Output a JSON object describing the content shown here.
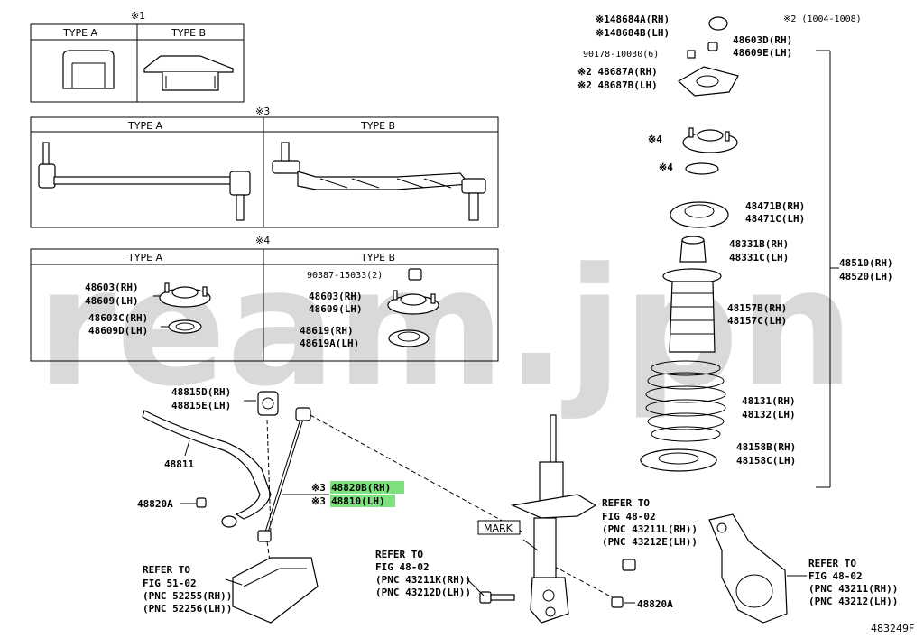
{
  "watermark": "ream.jpn",
  "figure_id": "483249F",
  "notes": {
    "n1": "※1",
    "n2": "※2 (1004-1008)",
    "n3": "※3",
    "n4": "※4"
  },
  "box1": {
    "type_a": "TYPE A",
    "type_b": "TYPE B"
  },
  "box3": {
    "type_a": "TYPE A",
    "type_b": "TYPE B"
  },
  "box4": {
    "type_a": "TYPE A",
    "type_b": "TYPE B",
    "a_labels": [
      "48603(RH)",
      "48609(LH)",
      "48603C(RH)",
      "48609D(LH)"
    ],
    "b_labels": [
      "90387-15033(2)",
      "48603(RH)",
      "48609(LH)",
      "48619(RH)",
      "48619A(LH)"
    ]
  },
  "top_right": {
    "l1": "※148684A(RH)",
    "l2": "※148684B(LH)",
    "l3": "90178-10030(6)",
    "l4": "48603D(RH)",
    "l5": "48609E(LH)",
    "l6": "※2 48687A(RH)",
    "l7": "※2 48687B(LH)",
    "l8": "※4",
    "l9": "※4",
    "l10": "48471B(RH)",
    "l11": "48471C(LH)",
    "l12": "48331B(RH)",
    "l13": "48331C(LH)",
    "l14": "48510(RH)",
    "l15": "48520(LH)",
    "l16": "48157B(RH)",
    "l17": "48157C(LH)",
    "l18": "48131(RH)",
    "l19": "48132(LH)",
    "l20": "48158B(RH)",
    "l21": "48158C(LH)"
  },
  "bottom": {
    "b1": "48815D(RH)",
    "b2": "48815E(LH)",
    "b3": "48811",
    "b4": "48820A",
    "b5_pre": "※3",
    "b5": "48820B(RH)",
    "b6_pre": "※3",
    "b6": "48810(LH)",
    "mark": "MARK",
    "ref1": [
      "REFER TO",
      "FIG 48-02",
      "(PNC 43211L(RH))",
      "(PNC 43212E(LH))"
    ],
    "ref2": [
      "REFER TO",
      "FIG 48-02",
      "(PNC 43211K(RH))",
      "(PNC 43212D(LH))"
    ],
    "ref3": [
      "REFER TO",
      "FIG 51-02",
      "(PNC 52255(RH))",
      "(PNC 52256(LH))"
    ],
    "ref4": [
      "REFER TO",
      "FIG 48-02",
      "(PNC 43211(RH))",
      "(PNC 43212(LH))"
    ],
    "b7": "48820A"
  },
  "colors": {
    "highlight": "#7ee07e",
    "watermark": "#d9d9d9"
  }
}
